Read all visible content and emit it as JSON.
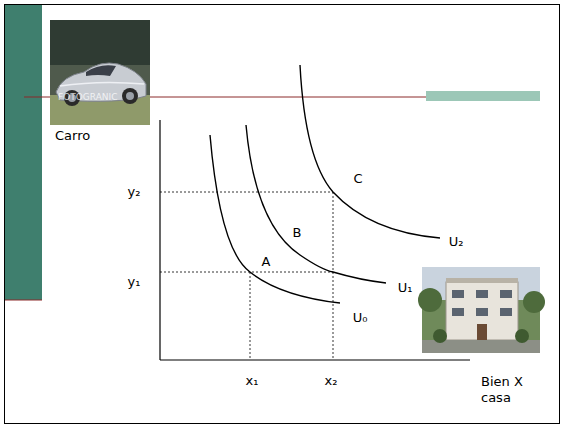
{
  "diagram": {
    "labels": [
      "FOTOGRANIC",
      "Carro",
      "C",
      "y₂",
      "B",
      "U₂",
      "A",
      "y₁",
      "U₁",
      "U₀",
      "x₁",
      "x₂",
      "Bien X casa"
    ]
  }
}
